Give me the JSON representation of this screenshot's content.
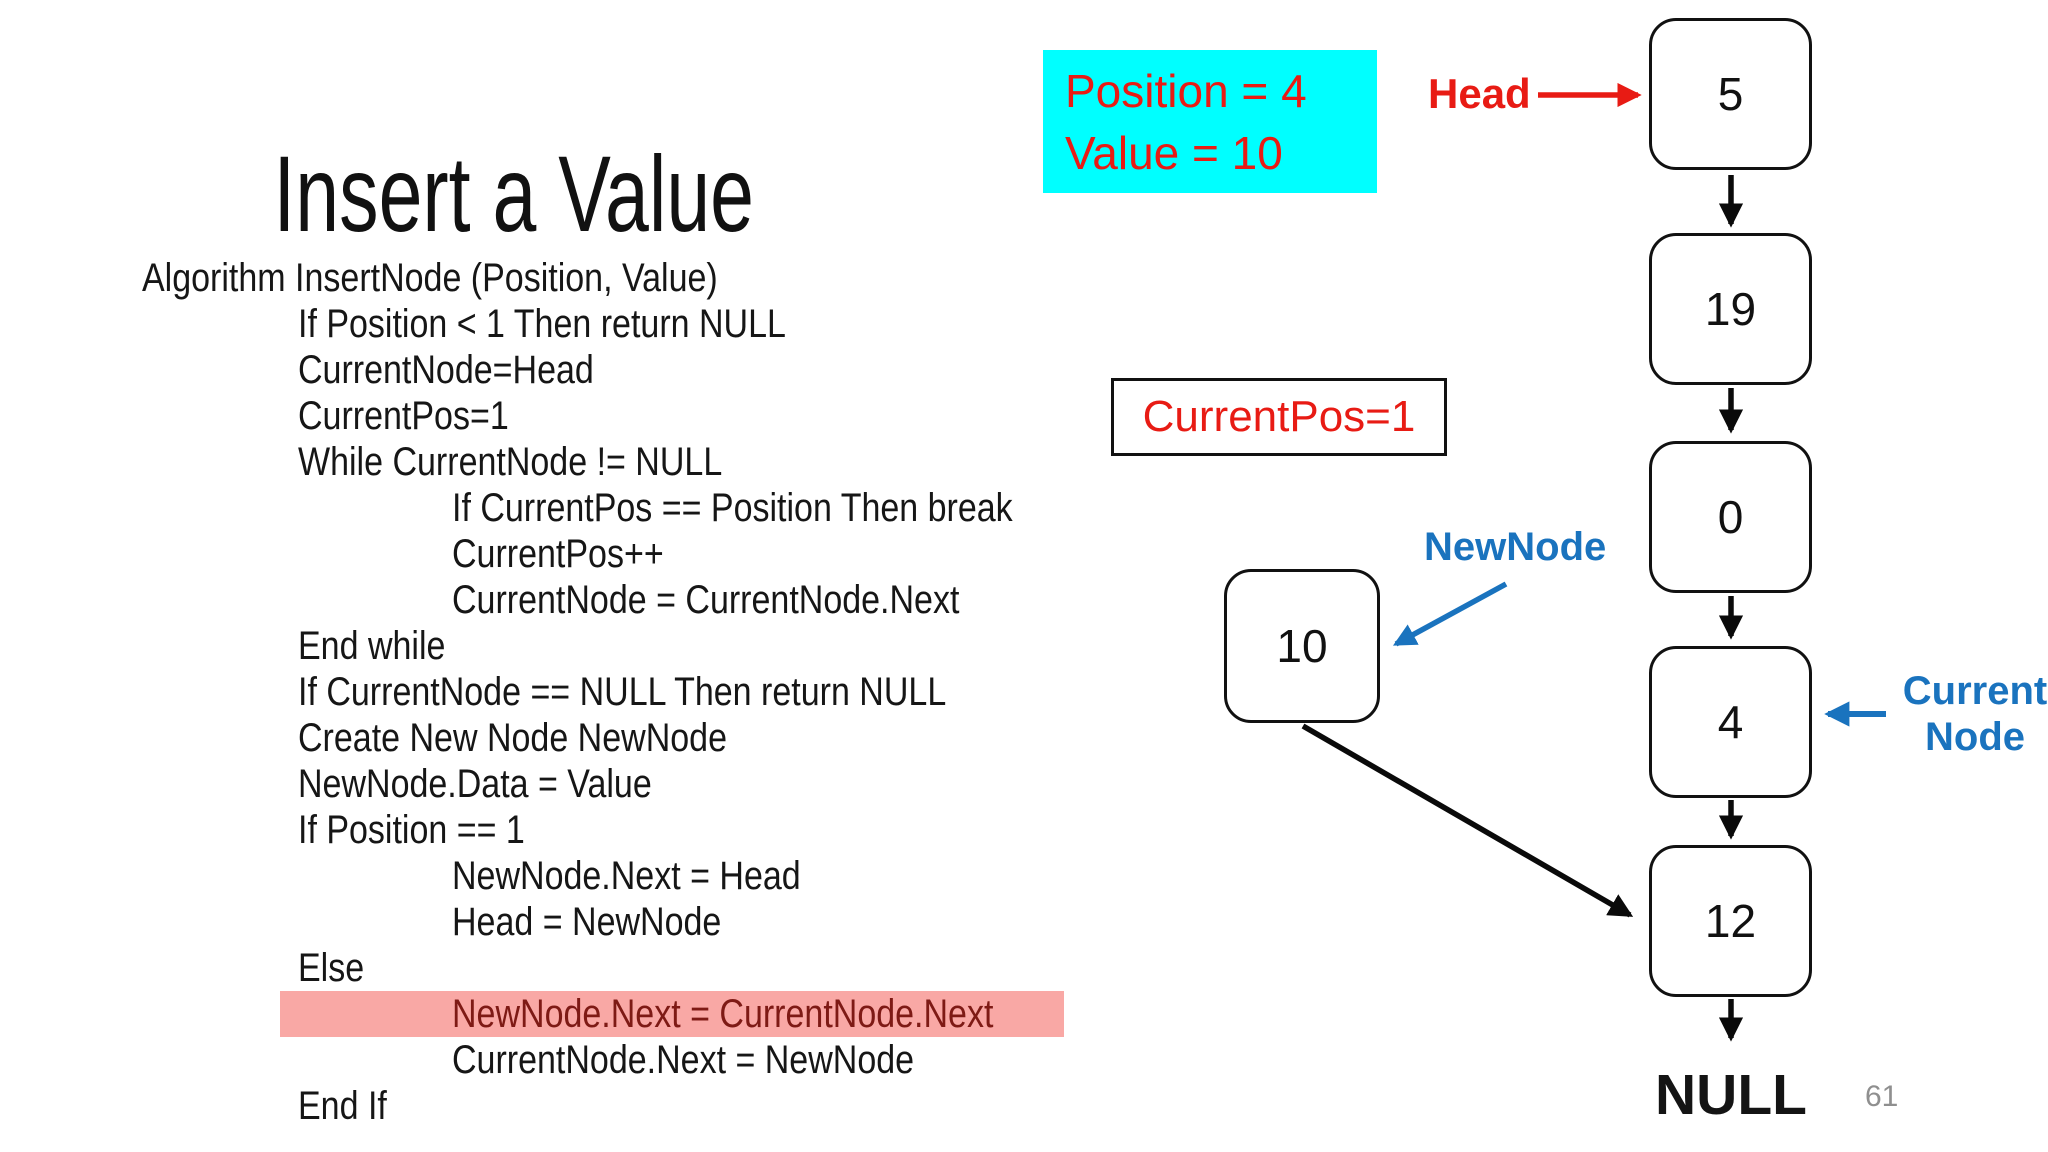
{
  "slide": {
    "title": "Insert a Value",
    "page_number": "61"
  },
  "code": {
    "lines": [
      {
        "text": "Algorithm InsertNode (Position, Value)",
        "indent": 0,
        "highlight": false
      },
      {
        "text": "If Position < 1 Then return NULL",
        "indent": 1,
        "highlight": false
      },
      {
        "text": "CurrentNode=Head",
        "indent": 1,
        "highlight": false
      },
      {
        "text": "CurrentPos=1",
        "indent": 1,
        "highlight": false
      },
      {
        "text": "While CurrentNode != NULL",
        "indent": 1,
        "highlight": false
      },
      {
        "text": "If CurrentPos == Position Then break",
        "indent": 2,
        "highlight": false
      },
      {
        "text": "CurrentPos++",
        "indent": 2,
        "highlight": false
      },
      {
        "text": "CurrentNode = CurrentNode.Next",
        "indent": 2,
        "highlight": false
      },
      {
        "text": "End while",
        "indent": 1,
        "highlight": false
      },
      {
        "text": "If CurrentNode == NULL Then return NULL",
        "indent": 1,
        "highlight": false
      },
      {
        "text": "Create New Node NewNode",
        "indent": 1,
        "highlight": false
      },
      {
        "text": "NewNode.Data = Value",
        "indent": 1,
        "highlight": false
      },
      {
        "text": "If Position == 1",
        "indent": 1,
        "highlight": false
      },
      {
        "text": "NewNode.Next = Head",
        "indent": 2,
        "highlight": false
      },
      {
        "text": "Head = NewNode",
        "indent": 2,
        "highlight": false
      },
      {
        "text": "Else",
        "indent": 1,
        "highlight": false
      },
      {
        "text": "NewNode.Next = CurrentNode.Next",
        "indent": 2,
        "highlight": true
      },
      {
        "text": "CurrentNode.Next = NewNode",
        "indent": 2,
        "highlight": false
      },
      {
        "text": "End If",
        "indent": 1,
        "highlight": false
      }
    ]
  },
  "callouts": {
    "params_box": {
      "line1": "Position = 4",
      "line2": "Value = 10"
    },
    "current_pos_box": {
      "text": "CurrentPos=1"
    },
    "head_label": "Head",
    "newnode_label": "NewNode",
    "current_node_label": {
      "line1": "Current",
      "line2": "Node"
    }
  },
  "linked_list": {
    "nodes": [
      {
        "value": "5"
      },
      {
        "value": "19"
      },
      {
        "value": "0"
      },
      {
        "value": "4"
      },
      {
        "value": "12"
      }
    ],
    "new_node": {
      "value": "10"
    },
    "terminator": "NULL"
  },
  "colors": {
    "params_box_bg": "#00ffff",
    "red_text": "#e81b14",
    "blue_label": "#1a73be",
    "highlight_bg": "#f9a8a5",
    "highlight_text": "#7e1a15",
    "page_number_gray": "#8f8f8f",
    "node_border": "#111111"
  }
}
